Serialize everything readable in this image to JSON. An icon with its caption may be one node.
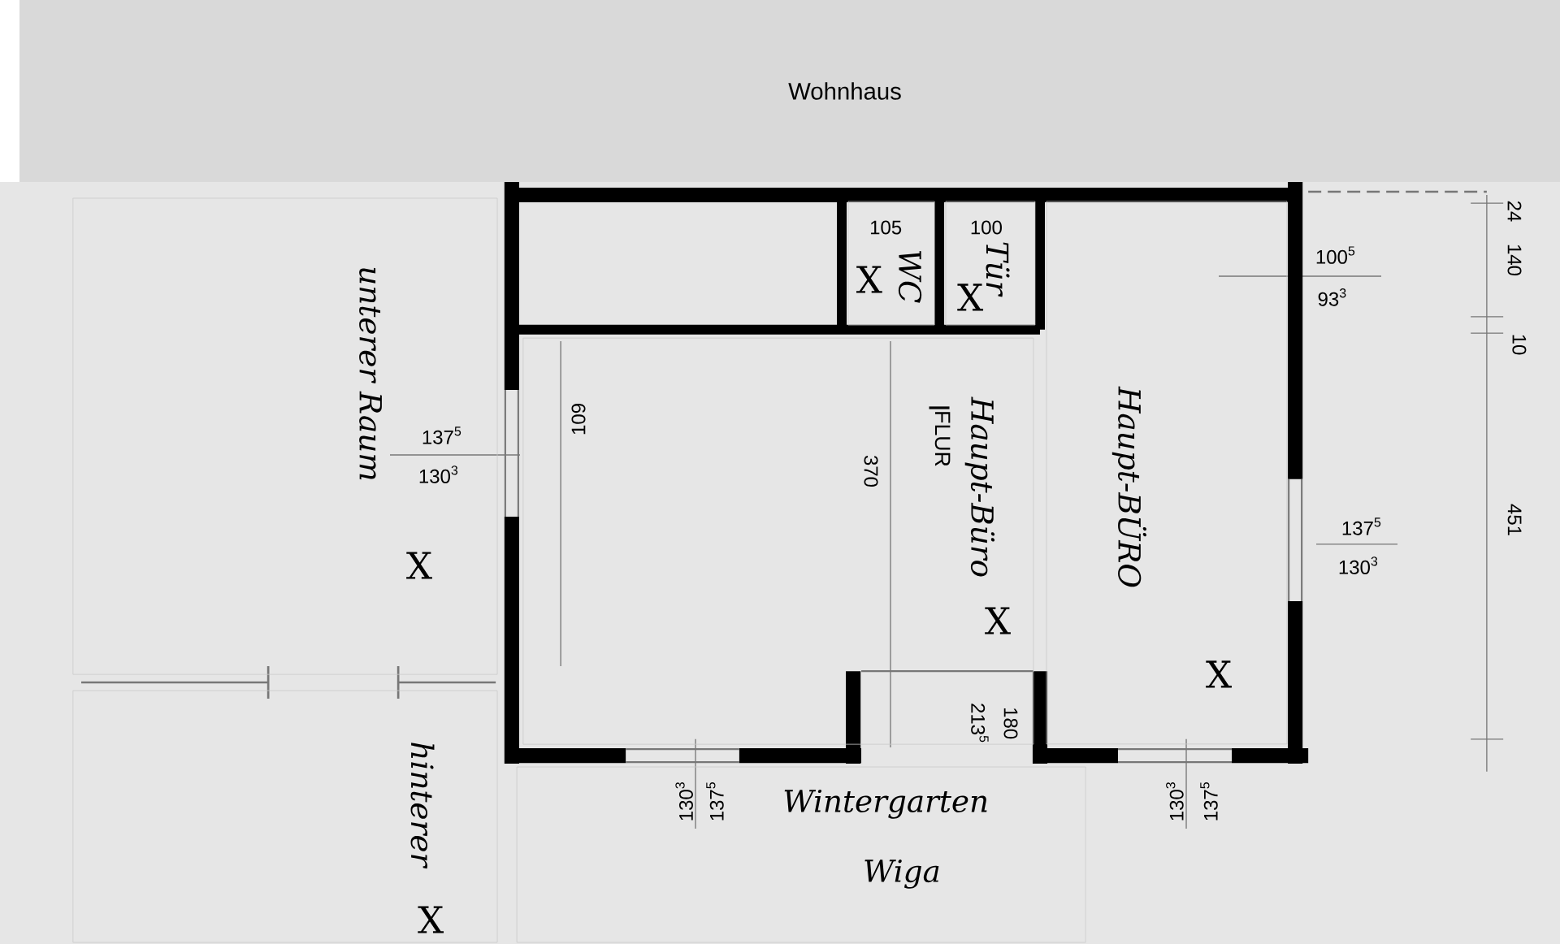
{
  "diagram": {
    "nodes": [
      {
        "text": [
          "Wohnhaus"
        ]
      },
      {
        "text": [
          "unterer Raum"
        ]
      },
      {
        "text": [
          "WC"
        ]
      },
      {
        "text": [
          "Tür"
        ]
      },
      {
        "text": [
          "FLUR",
          "Haupt-Büro"
        ]
      },
      {
        "text": [
          "Haupt-BÜRO"
        ]
      },
      {
        "text": [
          "Wintergarten",
          "Wiga"
        ]
      },
      {
        "text": [
          "hinterer"
        ]
      }
    ],
    "labels": [
      "105",
      "100",
      "100$^{5}$",
      "93$^{3}$",
      "137$^{5}$",
      "130$^{3}$",
      "109",
      "370",
      "137$^{5}$",
      "130$^{3}$",
      "180",
      "213$^{5}$",
      "137$^{5}$",
      "130$^{3}$",
      "137$^{5}$",
      "130$^{3}$",
      "24",
      "140",
      "10",
      "451",
      "X",
      "X",
      "X",
      "X",
      "X",
      "X"
    ]
  }
}
